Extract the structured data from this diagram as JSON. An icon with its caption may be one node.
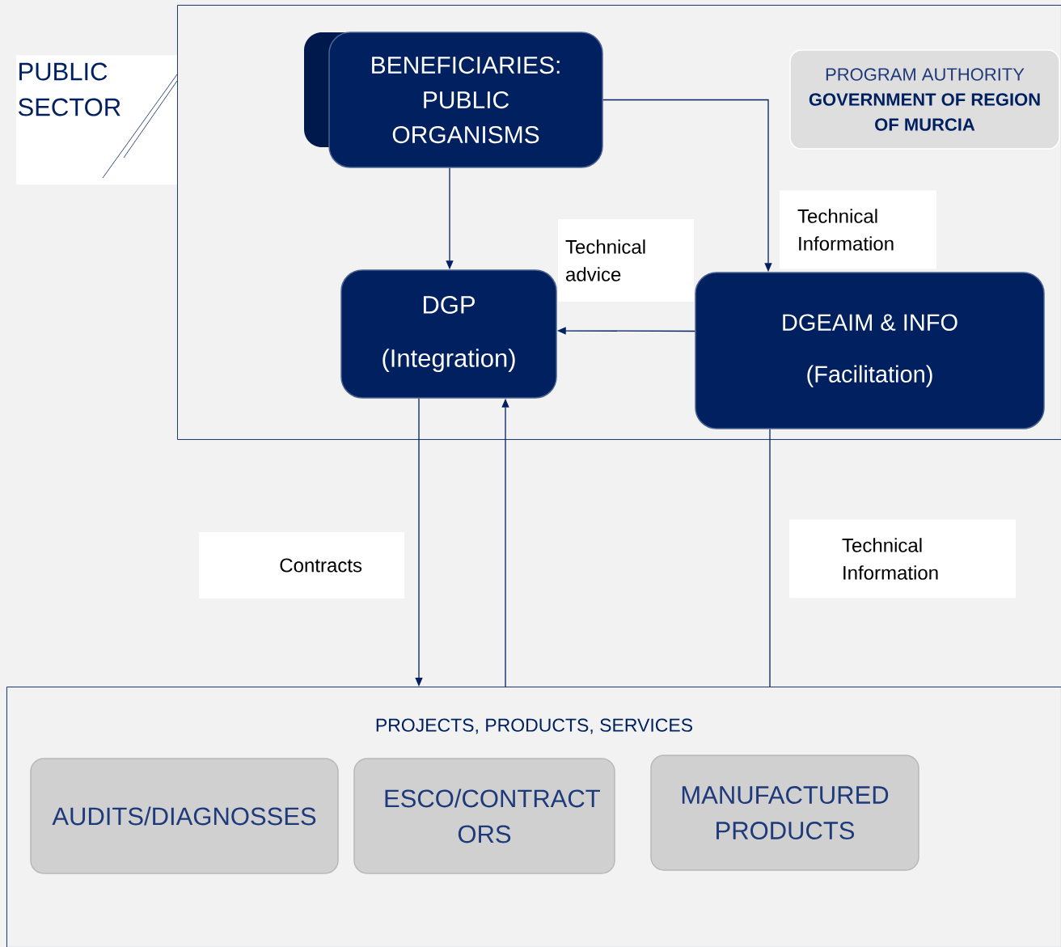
{
  "diagram": {
    "nodes": [
      {
        "text": [
          "PUBLIC SECTOR"
        ]
      },
      {
        "text": [],
        "shape": "box"
      },
      {
        "text": [
          "BENEFICIARIES: PUBLIC ORGANISMS"
        ],
        "in": 1
      },
      {
        "text": [
          "PROGRAM AUTHORITY",
          "GOVERNMENT OF REGION OF MURCIA"
        ],
        "in": 1
      },
      {
        "text": [
          "DGP",
          "(Integration)"
        ],
        "in": 1
      },
      {
        "text": [
          "DGEAIM & INFO",
          "(Facilitation)"
        ],
        "in": 1
      },
      {
        "text": [
          "PROJECTS, PRODUCTS, SERVICES"
        ]
      },
      {
        "text": [
          "AUDITS/DIAGNOSSES"
        ],
        "in": 6
      },
      {
        "text": [
          "ESCO/CONTRACT ORS"
        ],
        "in": 6
      },
      {
        "text": [
          "MANUFACTURED PRODUCTS"
        ],
        "in": 6
      }
    ],
    "edges": [
      {
        "from": 2,
        "to": 4,
        "arrow": "to"
      },
      {
        "from": 2,
        "to": 5,
        "arrow": "to",
        "label": "Technical Information"
      },
      {
        "from": 5,
        "to": 4,
        "arrow": "to",
        "label": "Technical advice"
      },
      {
        "from": 4,
        "to": 6,
        "arrow": "to",
        "label": "Contracts"
      },
      {
        "from": 6,
        "to": 4,
        "arrow": "to"
      },
      {
        "from": 5,
        "to": 6,
        "arrow": "none",
        "label": "Technical Information"
      }
    ]
  }
}
